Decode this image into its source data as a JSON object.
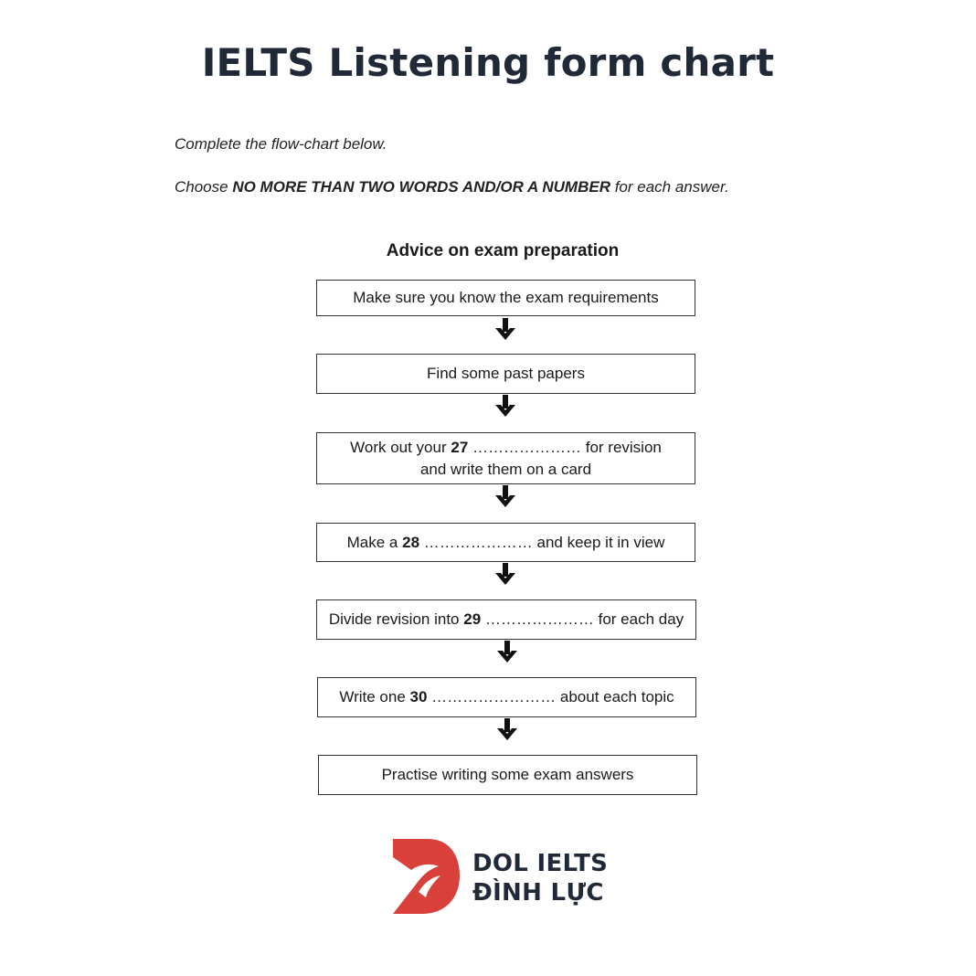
{
  "title": "IELTS Listening form chart",
  "instructions": {
    "line1": "Complete the flow-chart below.",
    "line2_before": "Choose ",
    "line2_bold": "NO MORE THAN TWO WORDS AND/OR A NUMBER",
    "line2_after": " for each answer."
  },
  "flowchart": {
    "title": "Advice on exam preparation",
    "steps": [
      {
        "text": "Make sure you know the exam requirements"
      },
      {
        "text": "Find some past papers"
      },
      {
        "pre": "Work out your ",
        "num": "27",
        "post": " ………………… for revision",
        "line2": "and write them on a card"
      },
      {
        "pre": "Make a ",
        "num": "28",
        "post": " ………………… and keep it in view"
      },
      {
        "pre": "Divide revision into ",
        "num": "29",
        "post": " ………………… for each day"
      },
      {
        "pre": "Write one ",
        "num": "30",
        "post": " …………………… about each topic"
      },
      {
        "text": "Practise writing some exam answers"
      }
    ]
  },
  "logo": {
    "line1": "DOL IELTS",
    "line2": "ĐÌNH LỰC",
    "color": "#d9403a"
  }
}
